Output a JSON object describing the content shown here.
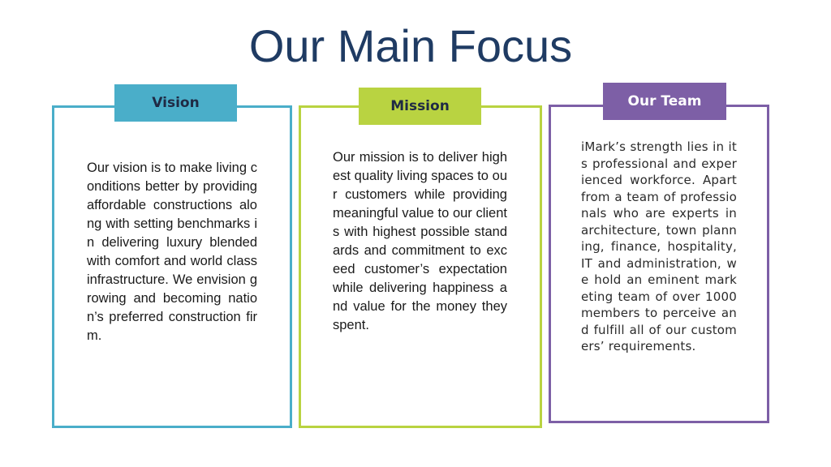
{
  "header": {
    "title": "Our Main Focus"
  },
  "colors": {
    "title": "#1f3b63",
    "vision_accent": "#4aaec9",
    "mission_accent": "#b9d341",
    "team_accent": "#7d5fa6"
  },
  "cards": {
    "vision": {
      "label": "Vision",
      "text": "Our vision is to make living conditions better by providing affordable constructions along with setting benchmarks in delivering luxury blended with comfort and world class infrastructure. We envision growing and becoming nation’s preferred construction firm."
    },
    "mission": {
      "label": "Mission",
      "text": "Our mission is to deliver highest quality living spaces to our customers while providing meaningful value to our clients with highest possible standards and commitment to exceed customer’s expectation while delivering happiness and value for the money they spent."
    },
    "team": {
      "label": "Our Team",
      "text": "iMark’s strength lies in its professional and experienced workforce. Apart from a team of professionals who are experts in architecture, town planning, finance, hospitality, IT and administration, we hold an eminent marketing team of over 1000 members to perceive and fulfill all of our customers’ requirements."
    }
  }
}
